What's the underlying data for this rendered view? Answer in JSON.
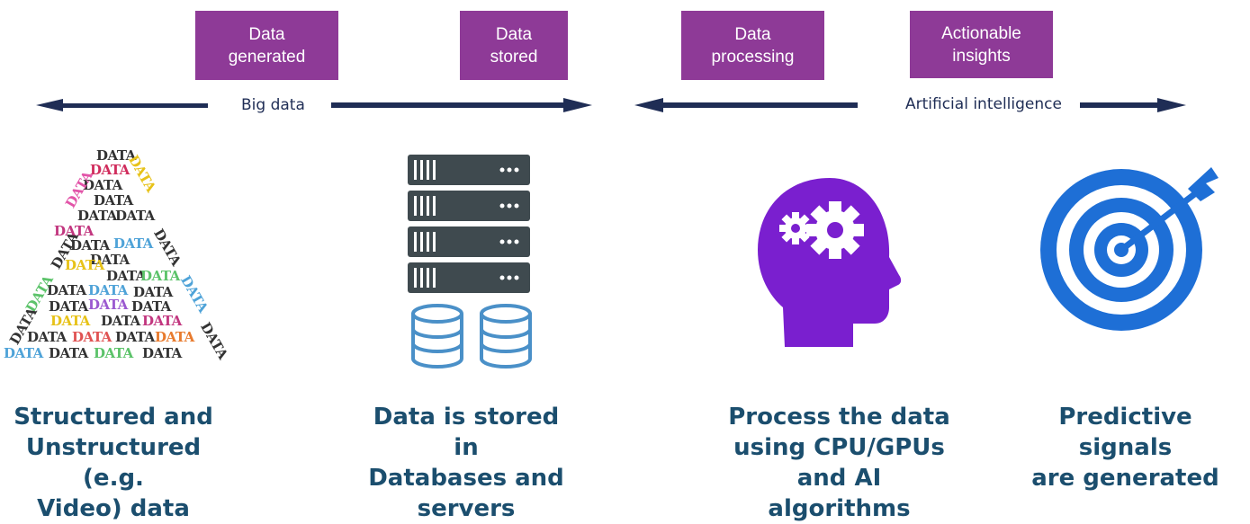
{
  "stages": [
    {
      "label": "Data\ngenerated"
    },
    {
      "label": "Data\nstored"
    },
    {
      "label": "Data\nprocessing"
    },
    {
      "label": "Actionable\ninsights"
    }
  ],
  "phases": {
    "big_data": "Big data",
    "ai": "Artificial intelligence"
  },
  "captions": [
    "Structured and\nUnstructured (e.g.\nVideo) data",
    "Data is stored in\nDatabases and\nservers",
    "Process the data\nusing CPU/GPUs\nand AI algorithms",
    "Predictive signals\nare generated"
  ],
  "data_word": "DATA",
  "icons": {
    "data_cloud": "data-word-cloud-icon",
    "servers": "server-rack-icon",
    "databases": "database-icon",
    "brain": "head-gears-icon",
    "target": "target-arrow-icon"
  },
  "colors": {
    "stage_box": "#8e3a97",
    "arrow": "#1f2d55",
    "caption": "#1b4e6e",
    "server": "#3f4a4f",
    "database": "#4a90c8",
    "brain": "#7a1fcf",
    "target": "#1e6fd6"
  }
}
